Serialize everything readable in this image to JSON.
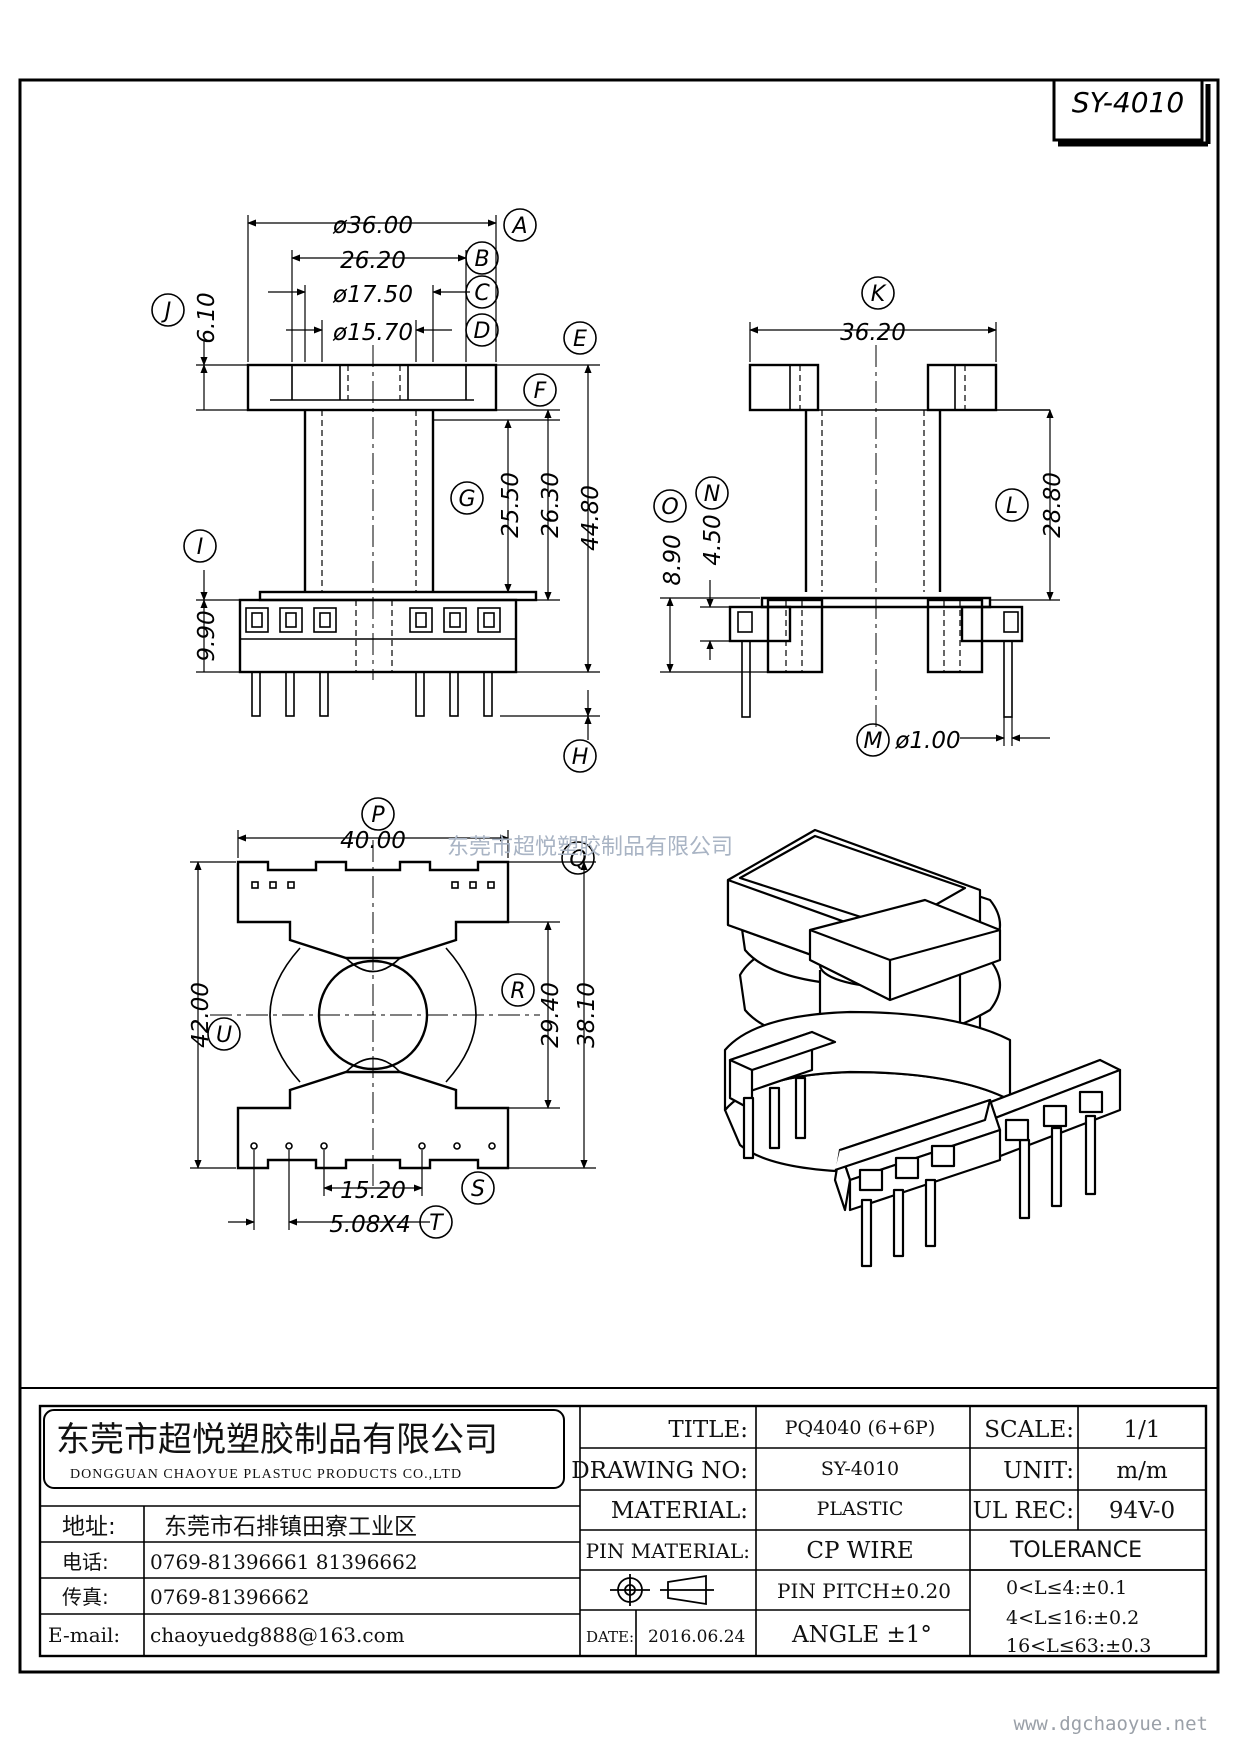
{
  "drawing_id": "SY-4010",
  "views": {
    "front": {
      "dims": {
        "A": "ø36.00",
        "B": "26.20",
        "C": "ø17.50",
        "D": "ø15.70",
        "J": "6.10",
        "G1": "25.50",
        "G2": "26.30",
        "H": "44.80",
        "I": "9.90"
      },
      "labels": {
        "A": "A",
        "B": "B",
        "C": "C",
        "D": "D",
        "E": "E",
        "F": "F",
        "G": "G",
        "H": "H",
        "I": "I",
        "J": "J"
      }
    },
    "side": {
      "dims": {
        "K": "36.20",
        "L": "28.80",
        "O": "8.90",
        "N": "4.50",
        "M": "ø1.00"
      },
      "labels": {
        "K": "K",
        "L": "L",
        "M": "M",
        "N": "N",
        "O": "O"
      }
    },
    "top": {
      "dims": {
        "P": "40.00",
        "U": "42.00",
        "R": "29.40",
        "Q": "38.10",
        "S": "15.20",
        "T": "5.08X4"
      },
      "labels": {
        "P": "P",
        "Q": "Q",
        "R": "R",
        "S": "S",
        "T": "T",
        "U": "U"
      }
    }
  },
  "watermark": "东莞市超悦塑胶制品有限公司",
  "company": {
    "name_cn": "东莞市超悦塑胶制品有限公司",
    "name_en": "DONGGUAN CHAOYUE PLASTUC PRODUCTS CO.,LTD"
  },
  "contact": {
    "address_label": "地址:",
    "address": "东莞市石排镇田寮工业区",
    "phone_label": "电话:",
    "phone": "0769-81396661   81396662",
    "fax_label": "传真:",
    "fax": "0769-81396662",
    "email_label": "E-mail:",
    "email": "chaoyuedg888@163.com"
  },
  "title_block": {
    "title_label": "TITLE:",
    "title": "PQ4040 (6+6P)",
    "drawing_no_label": "DRAWING NO:",
    "drawing_no": "SY-4010",
    "material_label": "MATERIAL:",
    "material": "PLASTIC",
    "pin_material_label": "PIN MATERIAL:",
    "pin_material": "CP WIRE",
    "pin_pitch": "PIN PITCH±0.20",
    "date_label": "DATE:",
    "date": "2016.06.24",
    "angle": "ANGLE  ±1°",
    "scale_label": "SCALE:",
    "scale": "1/1",
    "unit_label": "UNIT:",
    "unit": "m/m",
    "ul_label": "UL REC:",
    "ul": "94V-0",
    "tolerance_label": "TOLERANCE",
    "tolerances": [
      "0<L≤4:±0.1",
      "4<L≤16:±0.2",
      "16<L≤63:±0.3"
    ]
  },
  "website": "www.dgchaoyue.net"
}
